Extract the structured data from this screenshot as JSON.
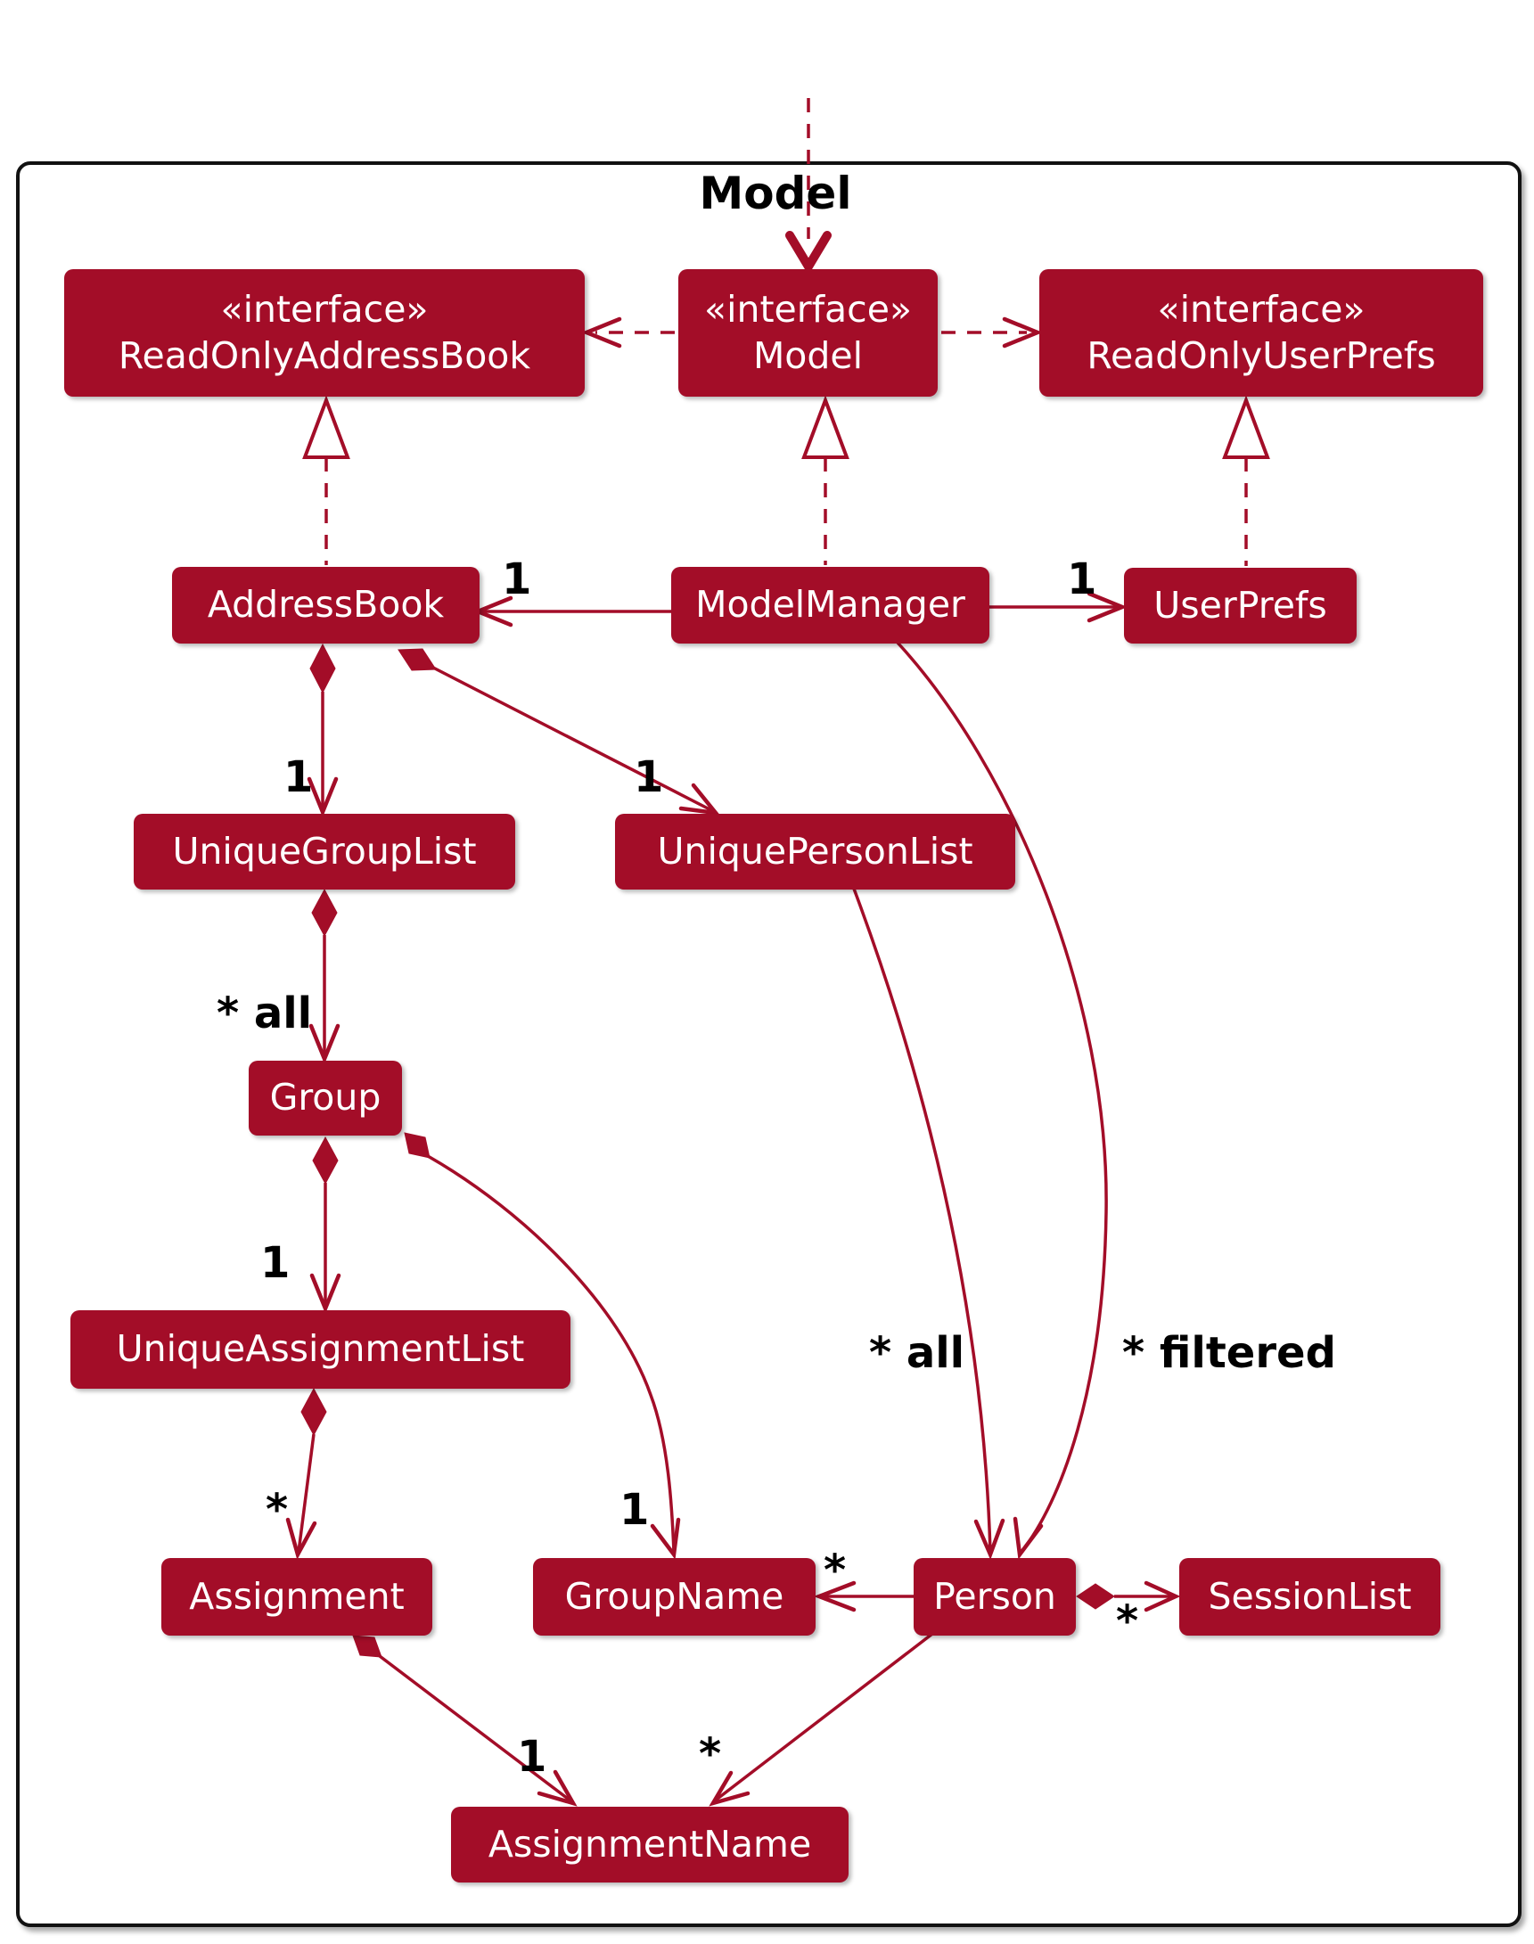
{
  "frame": {
    "title": "Model"
  },
  "colors": {
    "node_fill": "#A30D28",
    "edge": "#A30D28",
    "label_text": "#000000",
    "node_text": "#ffffff",
    "frame_border": "#111111"
  },
  "nodes": {
    "read_only_address_book": {
      "stereotype": "«interface»",
      "name": "ReadOnlyAddressBook"
    },
    "model_interface": {
      "stereotype": "«interface»",
      "name": "Model"
    },
    "read_only_user_prefs": {
      "stereotype": "«interface»",
      "name": "ReadOnlyUserPrefs"
    },
    "address_book": {
      "name": "AddressBook"
    },
    "model_manager": {
      "name": "ModelManager"
    },
    "user_prefs": {
      "name": "UserPrefs"
    },
    "unique_group_list": {
      "name": "UniqueGroupList"
    },
    "unique_person_list": {
      "name": "UniquePersonList"
    },
    "group": {
      "name": "Group"
    },
    "unique_assignment_list": {
      "name": "UniqueAssignmentList"
    },
    "assignment": {
      "name": "Assignment"
    },
    "group_name": {
      "name": "GroupName"
    },
    "person": {
      "name": "Person"
    },
    "session_list": {
      "name": "SessionList"
    },
    "assignment_name": {
      "name": "AssignmentName"
    }
  },
  "edge_labels": {
    "modelmanager_addressbook": "1",
    "modelmanager_userprefs": "1",
    "addressbook_uniquegrouplist": "1",
    "addressbook_uniquepersonlist": "1",
    "uniquegrouplist_group": "* all",
    "group_uniqueassignmentlist": "1",
    "uniqueassignmentlist_assignment": "*",
    "group_groupname": "1",
    "uniquepersonlist_person": "* all",
    "modelmanager_person": "* filtered",
    "person_groupname": "*",
    "person_sessionlist": "*",
    "assignment_assignmentname": "1",
    "person_assignmentname": "*"
  }
}
